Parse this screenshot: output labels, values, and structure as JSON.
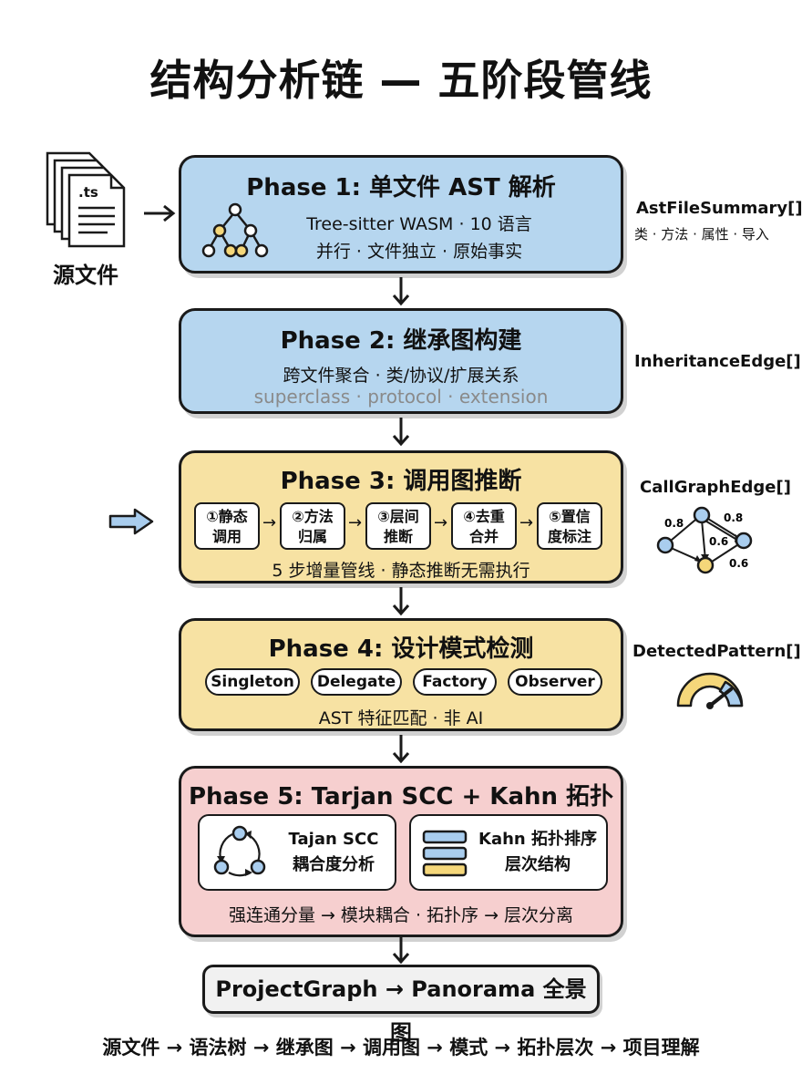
{
  "title": "结构分析链 — 五阶段管线",
  "source": {
    "file_ext": ".ts",
    "label": "源文件"
  },
  "phase1": {
    "title": "Phase 1:  单文件 AST 解析",
    "line1": "Tree-sitter WASM · 10 语言",
    "line2": "并行 · 文件独立 · 原始事实",
    "output": "AstFileSummary[]",
    "output_sub": "类 · 方法 · 属性 · 导入"
  },
  "phase2": {
    "title": "Phase 2:  继承图构建",
    "line1": "跨文件聚合 · 类/协议/扩展关系",
    "line2": "superclass · protocol · extension",
    "output": "InheritanceEdge[]"
  },
  "phase3": {
    "title": "Phase 3:  调用图推断",
    "steps": [
      {
        "l1": "①静态",
        "l2": "调用"
      },
      {
        "l1": "②方法",
        "l2": "归属"
      },
      {
        "l1": "③层间",
        "l2": "推断"
      },
      {
        "l1": "④去重",
        "l2": "合并"
      },
      {
        "l1": "⑤置信",
        "l2": "度标注"
      }
    ],
    "line": "5 步增量管线 · 静态推断无需执行",
    "output": "CallGraphEdge[]",
    "weights": [
      "0.8",
      "0.8",
      "0.6",
      "0.6"
    ]
  },
  "phase4": {
    "title": "Phase 4:  设计模式检测",
    "patterns": [
      "Singleton",
      "Delegate",
      "Factory",
      "Observer"
    ],
    "line": "AST 特征匹配 · 非 AI",
    "output": "DetectedPattern[]"
  },
  "phase5": {
    "title": "Phase 5:  Tarjan SCC + Kahn 拓扑",
    "left_l1": "Tajan SCC",
    "left_l2": "耦合度分析",
    "right_l1": "Kahn 拓扑排序",
    "right_l2": "层次结构",
    "line": "强连通分量 → 模块耦合 · 拓扑序 → 层次分离"
  },
  "final": "ProjectGraph → Panorama 全景图",
  "footer": "源文件 → 语法树 → 继承图 → 调用图 → 模式 → 拓扑层次 → 项目理解",
  "colors": {
    "blue": "#b6d6ef",
    "yellow": "#f7e2a3",
    "pink": "#f6cfcf",
    "node_blue": "#a9cdee",
    "node_yellow": "#f5d77a"
  },
  "arrow_glyph": "→"
}
